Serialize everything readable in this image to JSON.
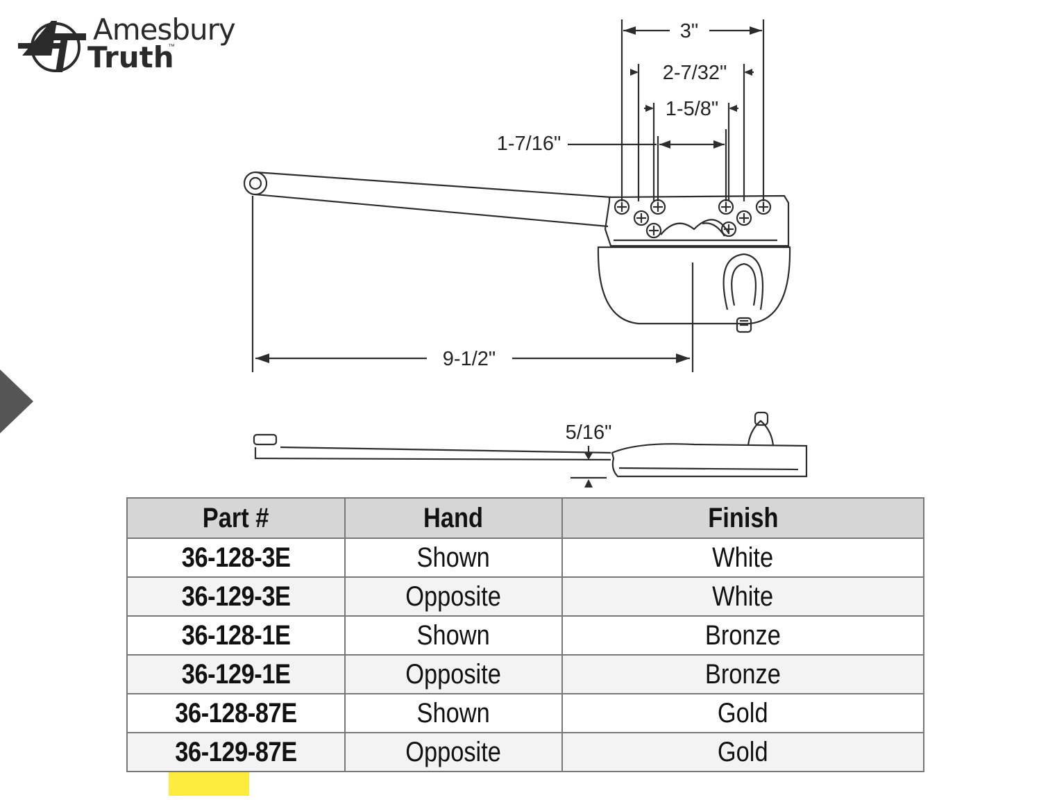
{
  "brand": {
    "line1": "Amesbury",
    "line2": "Truth",
    "tm": "™",
    "monogram": "AT"
  },
  "dimensions": {
    "d_3": "3\"",
    "d_2_7_32": "2-7/32\"",
    "d_1_5_8": "1-5/8\"",
    "d_1_7_16": "1-7/16\"",
    "d_9_1_2": "9-1/2\"",
    "d_5_16": "5/16\""
  },
  "table": {
    "headers": {
      "part": "Part #",
      "hand": "Hand",
      "finish": "Finish"
    },
    "rows": [
      {
        "part_hl": "36-128",
        "part_rest": "-3E",
        "hand": "Shown",
        "finish": "White"
      },
      {
        "part_hl": "36-129",
        "part_rest": "-3E",
        "hand": "Opposite",
        "finish": "White"
      },
      {
        "part_hl": "36-128",
        "part_rest": "-1E",
        "hand": "Shown",
        "finish": "Bronze"
      },
      {
        "part_hl": "36-129",
        "part_rest": "-1E",
        "hand": "Opposite",
        "finish": "Bronze"
      },
      {
        "part_hl": "36-128",
        "part_rest": "-87E",
        "hand": "Shown",
        "finish": "Gold"
      },
      {
        "part_hl": "36-129",
        "part_rest": "-87E",
        "hand": "Opposite",
        "finish": "Gold"
      }
    ]
  },
  "colors": {
    "highlight": "#fdec3d",
    "header_bg": "#d6d6d6",
    "arrow": "#555555"
  }
}
